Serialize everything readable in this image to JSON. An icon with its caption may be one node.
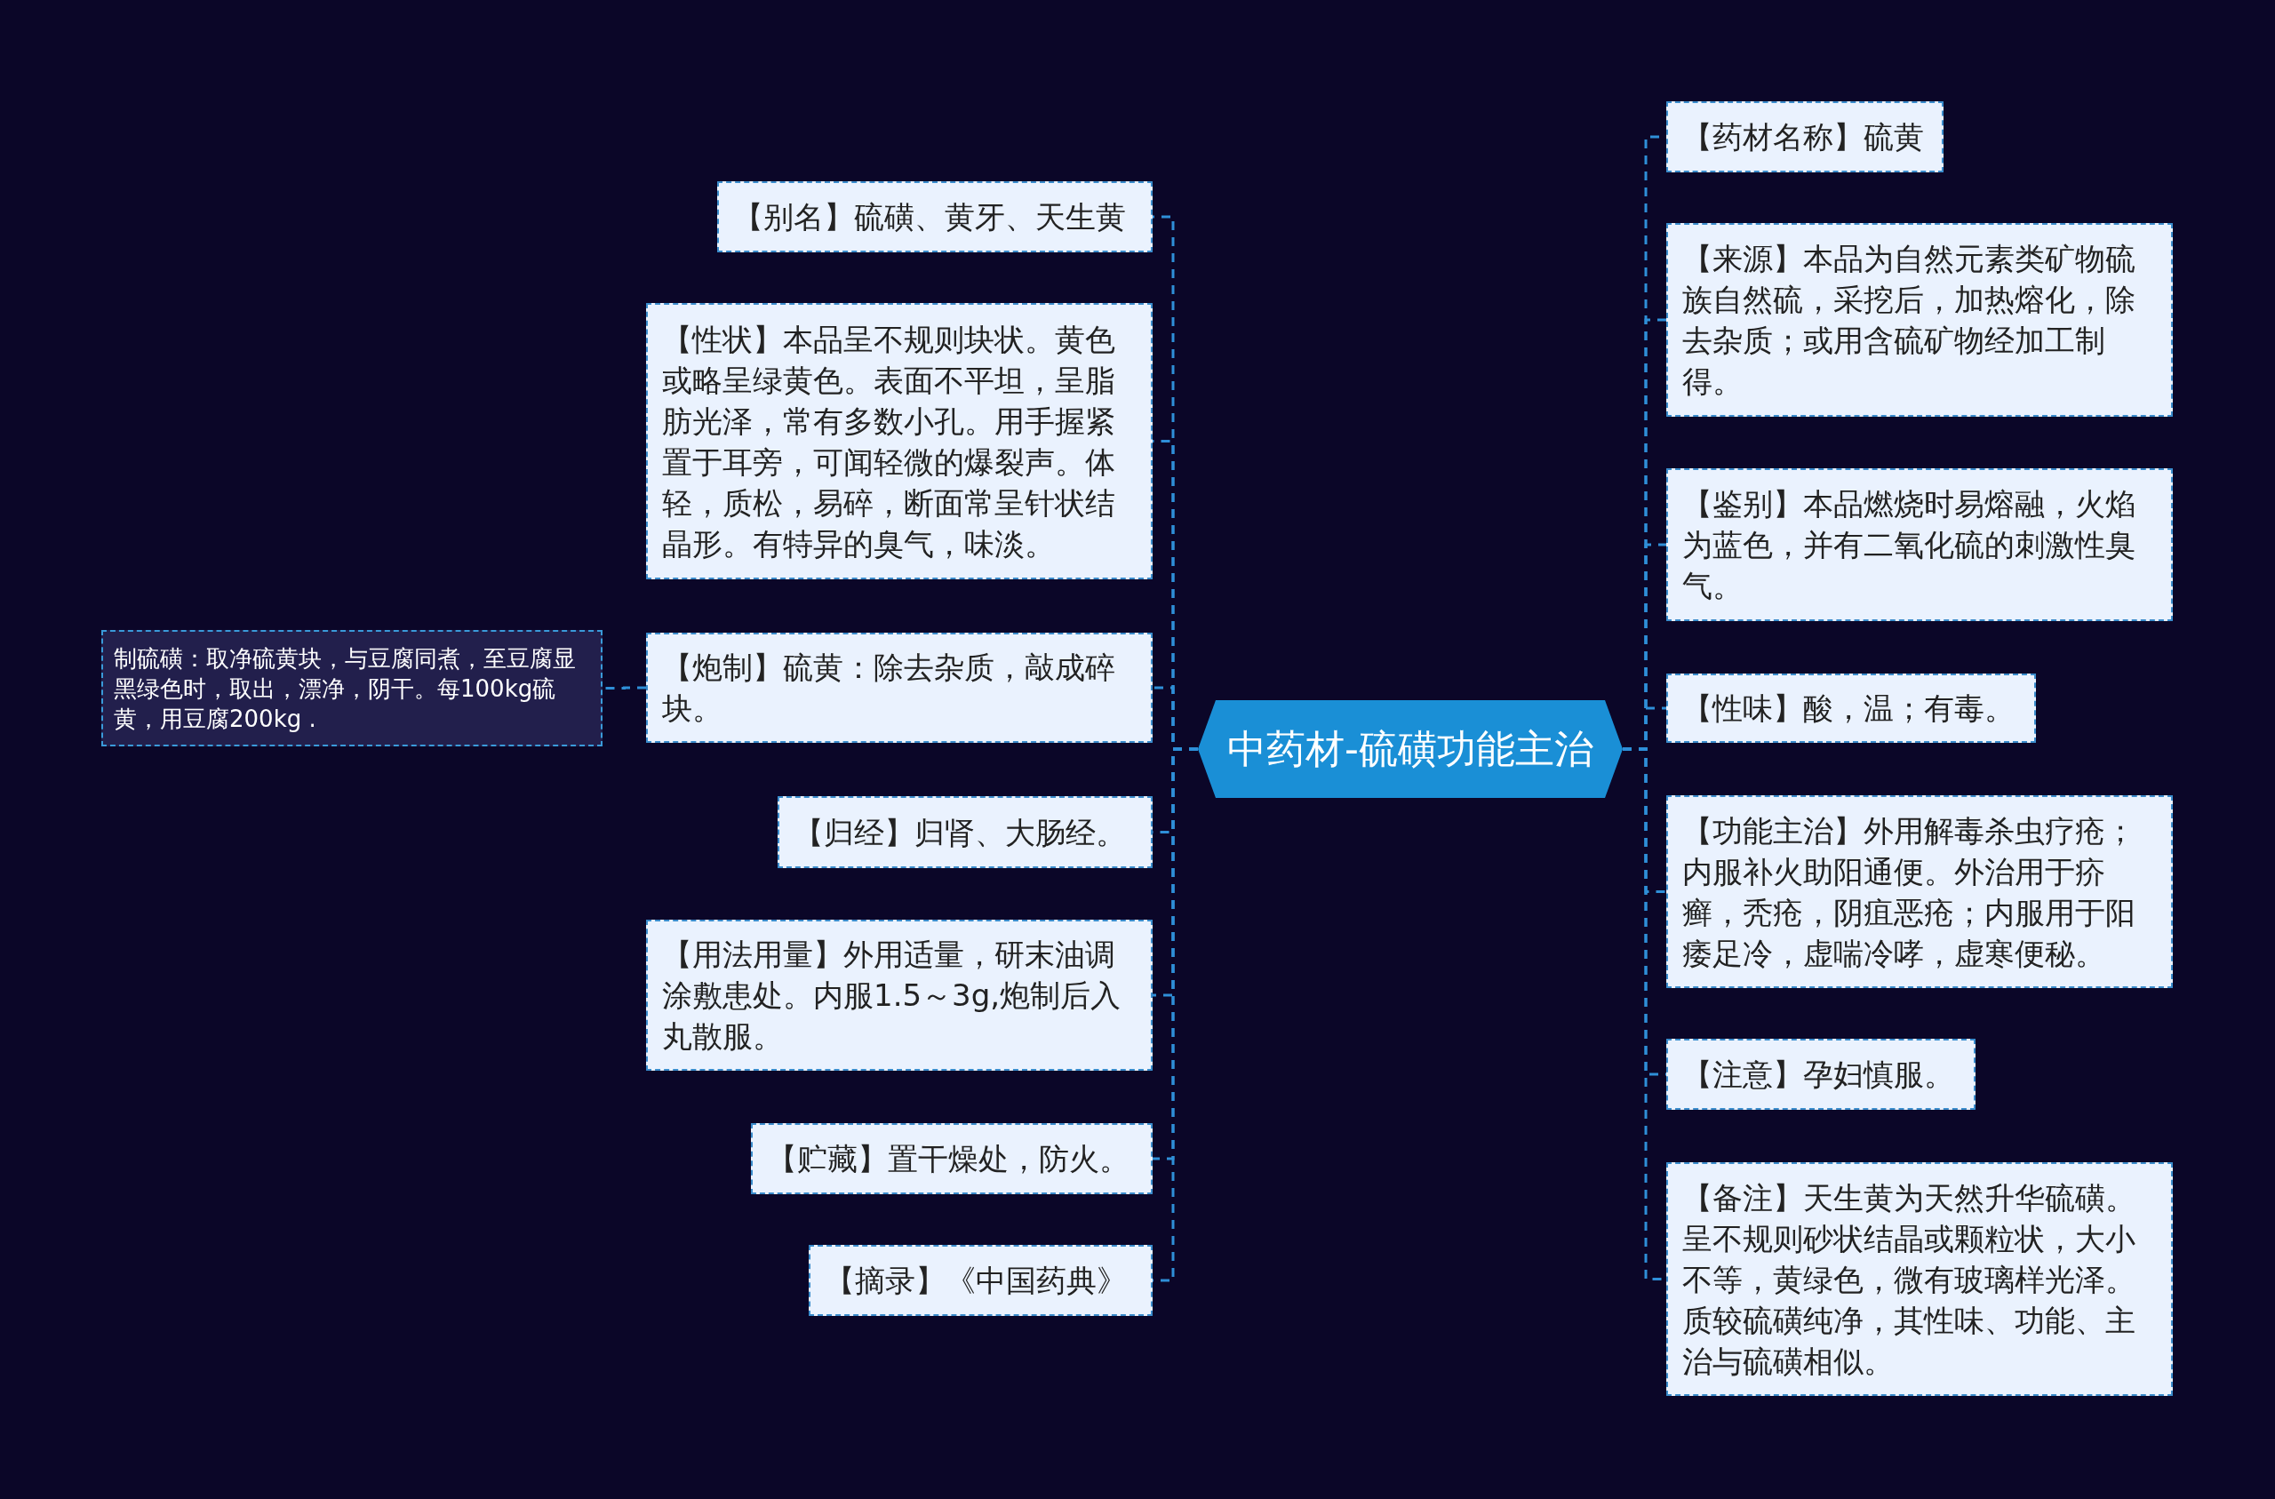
{
  "diagram": {
    "nodes": [
      {
        "text": [
          "中药材-硫磺功能主治"
        ]
      },
      {
        "text": [
          "【别名】硫磺、黄牙、天生黄"
        ]
      },
      {
        "text": [
          "【性状】本品呈不规则块状。黄色或略呈绿黄色。表面不平坦，呈脂肪光泽，常有多数小孔。用手握紧置于耳旁，可闻轻微的爆裂声。体轻，质松，易碎，断面常呈针状结晶形。有特异的臭气，味淡。"
        ]
      },
      {
        "text": [
          "【炮制】硫黄：除去杂质，敲成碎块。"
        ]
      },
      {
        "text": [
          "制硫磺：取净硫黄块，与豆腐同煮，至豆腐显黑绿色时，取出，漂净，阴干。每100kg硫黄，用豆腐200kg ."
        ]
      },
      {
        "text": [
          "【归经】归肾、大肠经。"
        ]
      },
      {
        "text": [
          "【用法用量】外用适量，研末油调涂敷患处。内服1.5～3g,炮制后入丸散服。"
        ]
      },
      {
        "text": [
          "【贮藏】置干燥处，防火。"
        ]
      },
      {
        "text": [
          "【摘录】《中国药典》"
        ]
      },
      {
        "text": [
          "【药材名称】硫黄"
        ]
      },
      {
        "text": [
          "【来源】本品为自然元素类矿物硫族自然硫，采挖后，加热熔化，除去杂质；或用含硫矿物经加工制得。"
        ]
      },
      {
        "text": [
          "【鉴别】本品燃烧时易熔融，火焰为蓝色，并有二氧化硫的刺激性臭气。"
        ]
      },
      {
        "text": [
          "【性味】酸，温；有毒。"
        ]
      },
      {
        "text": [
          "【功能主治】外用解毒杀虫疗疮；内服补火助阳通便。外治用于疥癣，秃疮，阴疽恶疮；内服用于阳痿足冷，虚喘冷哮，虚寒便秘。"
        ]
      },
      {
        "text": [
          "【注意】孕妇慎服。"
        ]
      },
      {
        "text": [
          "【备注】天生黄为天然升华硫磺。呈不规则砂状结晶或颗粒状，大小不等，黄绿色，微有玻璃样光泽。质较硫磺纯净，其性味、功能、主治与硫磺相似。"
        ]
      }
    ],
    "edges": [
      {
        "from": 0,
        "to": 1,
        "arrow": "none"
      },
      {
        "from": 0,
        "to": 2,
        "arrow": "none"
      },
      {
        "from": 0,
        "to": 3,
        "arrow": "none"
      },
      {
        "from": 3,
        "to": 4,
        "arrow": "none"
      },
      {
        "from": 0,
        "to": 5,
        "arrow": "none"
      },
      {
        "from": 0,
        "to": 6,
        "arrow": "none"
      },
      {
        "from": 0,
        "to": 7,
        "arrow": "none"
      },
      {
        "from": 0,
        "to": 8,
        "arrow": "none"
      },
      {
        "from": 0,
        "to": 9,
        "arrow": "none"
      },
      {
        "from": 0,
        "to": 10,
        "arrow": "none"
      },
      {
        "from": 0,
        "to": 11,
        "arrow": "none"
      },
      {
        "from": 0,
        "to": 12,
        "arrow": "none"
      },
      {
        "from": 0,
        "to": 13,
        "arrow": "none"
      },
      {
        "from": 0,
        "to": 14,
        "arrow": "none"
      },
      {
        "from": 0,
        "to": 15,
        "arrow": "none"
      }
    ]
  }
}
